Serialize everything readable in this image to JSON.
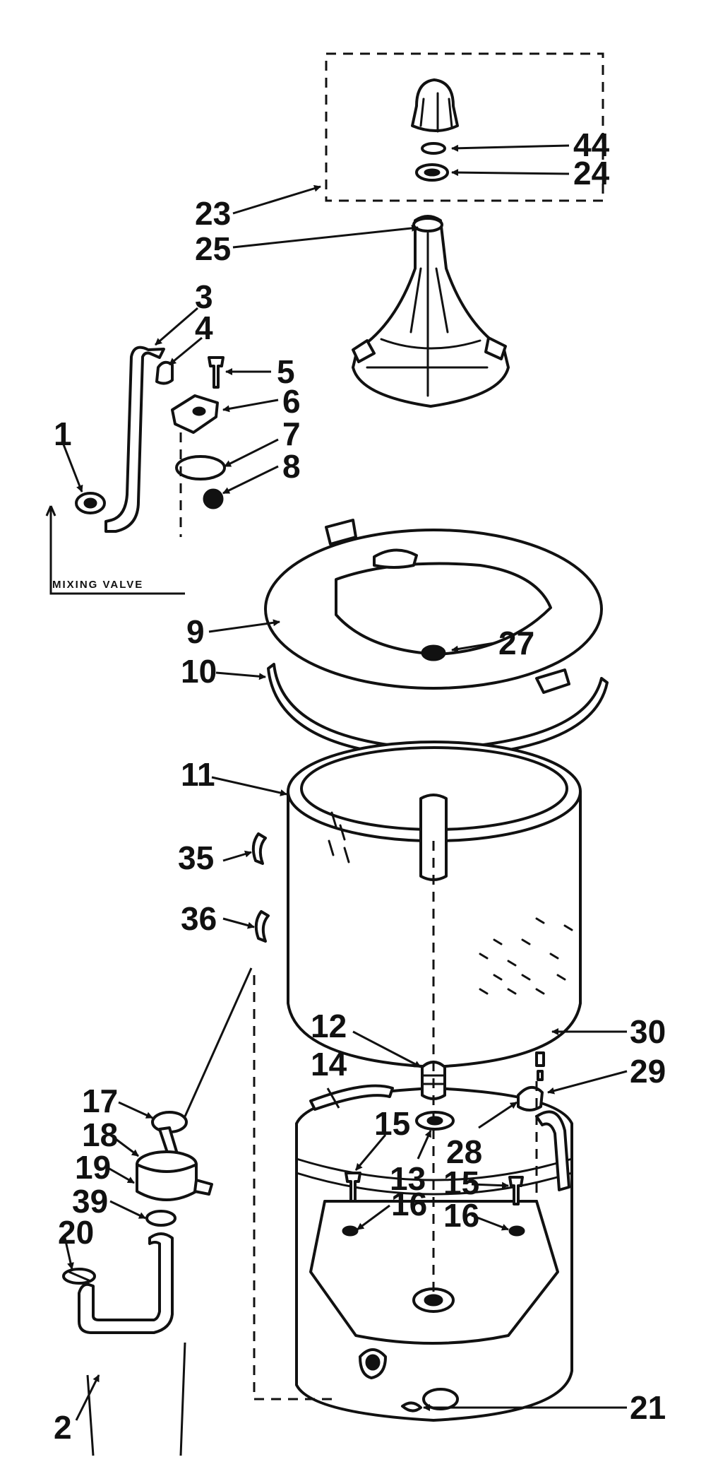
{
  "diagram": {
    "caption": "MIXING VALVE",
    "callouts": [
      {
        "id": "44",
        "label": "44"
      },
      {
        "id": "24",
        "label": "24"
      },
      {
        "id": "23",
        "label": "23"
      },
      {
        "id": "25",
        "label": "25"
      },
      {
        "id": "3",
        "label": "3"
      },
      {
        "id": "4",
        "label": "4"
      },
      {
        "id": "5",
        "label": "5"
      },
      {
        "id": "6",
        "label": "6"
      },
      {
        "id": "7",
        "label": "7"
      },
      {
        "id": "8",
        "label": "8"
      },
      {
        "id": "1",
        "label": "1"
      },
      {
        "id": "9",
        "label": "9"
      },
      {
        "id": "27",
        "label": "27"
      },
      {
        "id": "10",
        "label": "10"
      },
      {
        "id": "11",
        "label": "11"
      },
      {
        "id": "35",
        "label": "35"
      },
      {
        "id": "36",
        "label": "36"
      },
      {
        "id": "30",
        "label": "30"
      },
      {
        "id": "12",
        "label": "12"
      },
      {
        "id": "14",
        "label": "14"
      },
      {
        "id": "29",
        "label": "29"
      },
      {
        "id": "17",
        "label": "17"
      },
      {
        "id": "18",
        "label": "18"
      },
      {
        "id": "19",
        "label": "19"
      },
      {
        "id": "39",
        "label": "39"
      },
      {
        "id": "20",
        "label": "20"
      },
      {
        "id": "15a",
        "label": "15"
      },
      {
        "id": "13",
        "label": "13"
      },
      {
        "id": "28",
        "label": "28"
      },
      {
        "id": "15b",
        "label": "15"
      },
      {
        "id": "16a",
        "label": "16"
      },
      {
        "id": "16b",
        "label": "16"
      },
      {
        "id": "2",
        "label": "2"
      },
      {
        "id": "21",
        "label": "21"
      }
    ]
  }
}
